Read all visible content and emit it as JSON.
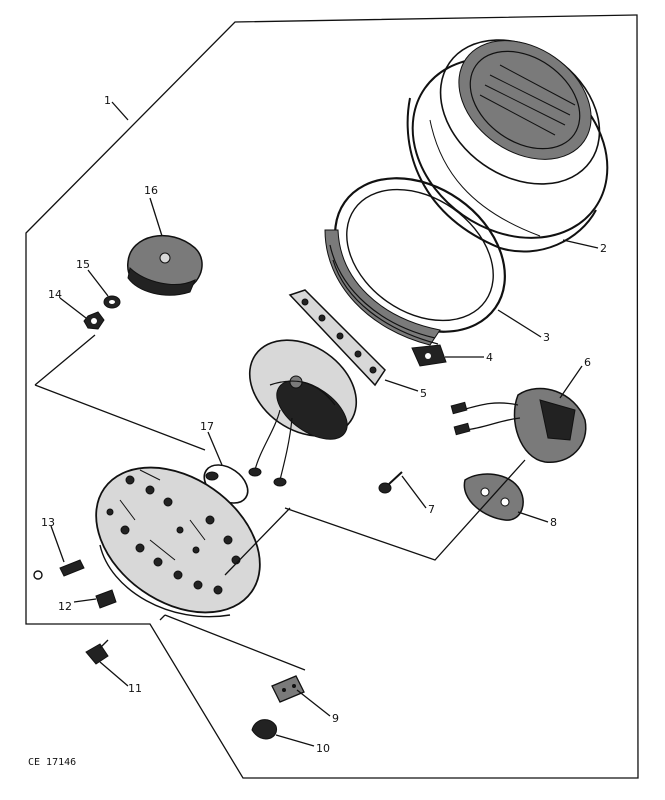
{
  "callouts": [
    {
      "id": "1",
      "label": "1"
    },
    {
      "id": "2",
      "label": "2"
    },
    {
      "id": "3",
      "label": "3"
    },
    {
      "id": "4",
      "label": "4"
    },
    {
      "id": "5",
      "label": "5"
    },
    {
      "id": "6",
      "label": "6"
    },
    {
      "id": "7",
      "label": "7"
    },
    {
      "id": "8",
      "label": "8"
    },
    {
      "id": "9",
      "label": "9"
    },
    {
      "id": "10",
      "label": "10"
    },
    {
      "id": "11",
      "label": "11"
    },
    {
      "id": "12",
      "label": "12"
    },
    {
      "id": "13",
      "label": "13"
    },
    {
      "id": "14",
      "label": "14"
    },
    {
      "id": "15",
      "label": "15"
    },
    {
      "id": "16",
      "label": "16"
    },
    {
      "id": "17",
      "label": "17"
    }
  ],
  "drawing_code": "CE 17146"
}
